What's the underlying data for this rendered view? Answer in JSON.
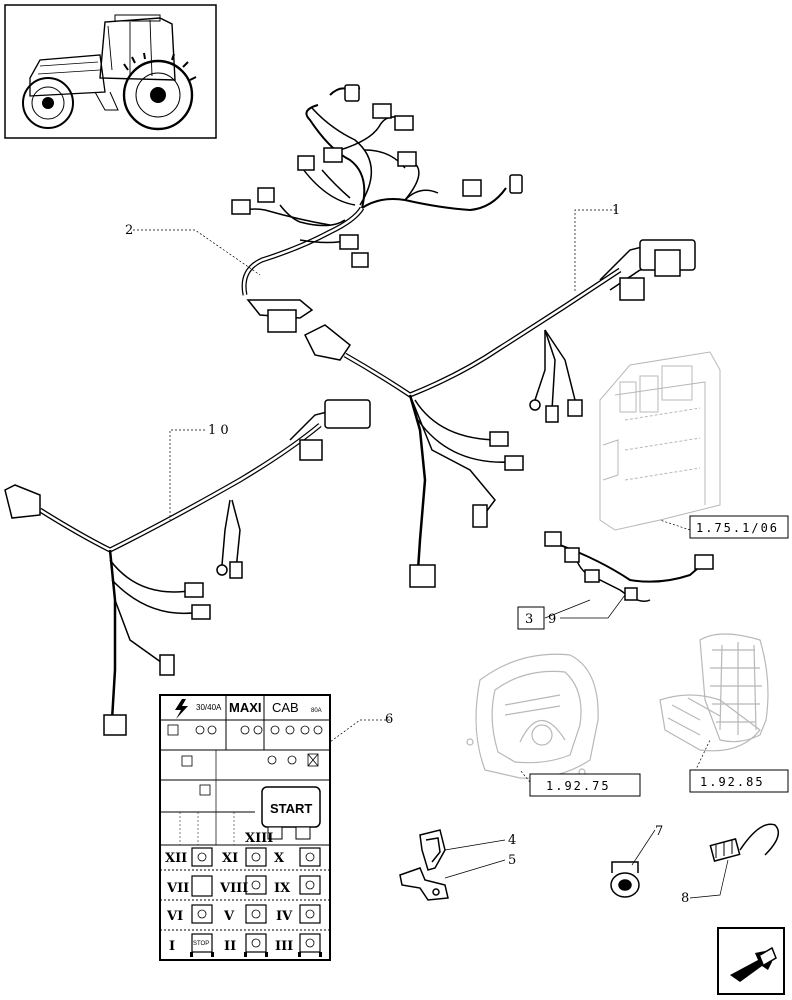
{
  "callouts": {
    "c1": "1",
    "c2": "2",
    "c3": "3",
    "c4": "4",
    "c5": "5",
    "c6": "6",
    "c7": "7",
    "c8": "8",
    "c9": "9",
    "c10": "1 0"
  },
  "references": {
    "ecu_ref": "1.75.1/06",
    "dash_ref": "1.92.75",
    "seat_ref": "1.92.85"
  },
  "fuse_box": {
    "amp_label": "30/40A",
    "maxi_label": "MAXI",
    "cab_label": "CAB",
    "cab_amp": "80A",
    "start_label": "START",
    "stop_label": "STOP",
    "roman": [
      "XIII",
      "XII",
      "XI",
      "X",
      "VII",
      "VIII",
      "IX",
      "VI",
      "V",
      "IV",
      "I",
      "II",
      "III"
    ]
  },
  "colors": {
    "line": "#000000",
    "ghost": "#b8b8b8"
  }
}
